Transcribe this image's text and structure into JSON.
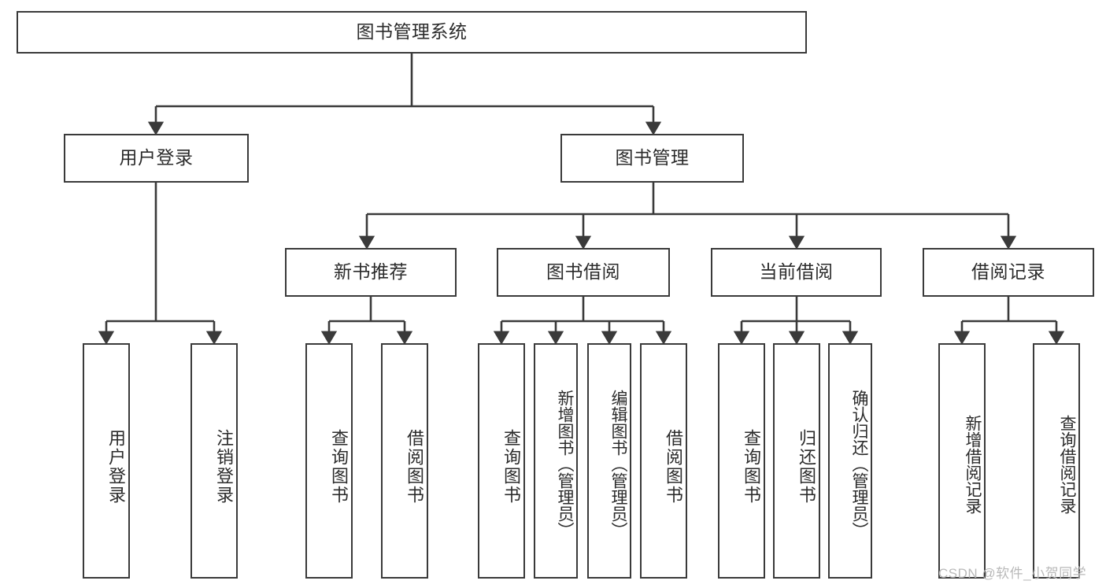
{
  "diagram": {
    "title": "图书管理系统",
    "type": "tree-hierarchy-diagram",
    "stroke_color": "#3a3a3a",
    "background_color": "#ffffff",
    "text_color": "#2b2b2b",
    "root": {
      "label": "图书管理系统"
    },
    "level2": [
      {
        "label": "用户登录"
      },
      {
        "label": "图书管理"
      }
    ],
    "level3": [
      {
        "label": "新书推荐"
      },
      {
        "label": "图书借阅"
      },
      {
        "label": "当前借阅"
      },
      {
        "label": "借阅记录"
      }
    ],
    "leaves": [
      {
        "label": "用户登录"
      },
      {
        "label": "注销登录"
      },
      {
        "label": "查询图书"
      },
      {
        "label": "借阅图书"
      },
      {
        "label": "查询图书"
      },
      {
        "label": "新增图书（管理员）"
      },
      {
        "label": "编辑图书（管理员）"
      },
      {
        "label": "借阅图书"
      },
      {
        "label": "查询图书"
      },
      {
        "label": "归还图书"
      },
      {
        "label": "确认归还（管理员）"
      },
      {
        "label": "新增借阅记录"
      },
      {
        "label": "查询借阅记录"
      }
    ]
  },
  "watermark": {
    "text": "CSDN @软件_小贺同学"
  }
}
